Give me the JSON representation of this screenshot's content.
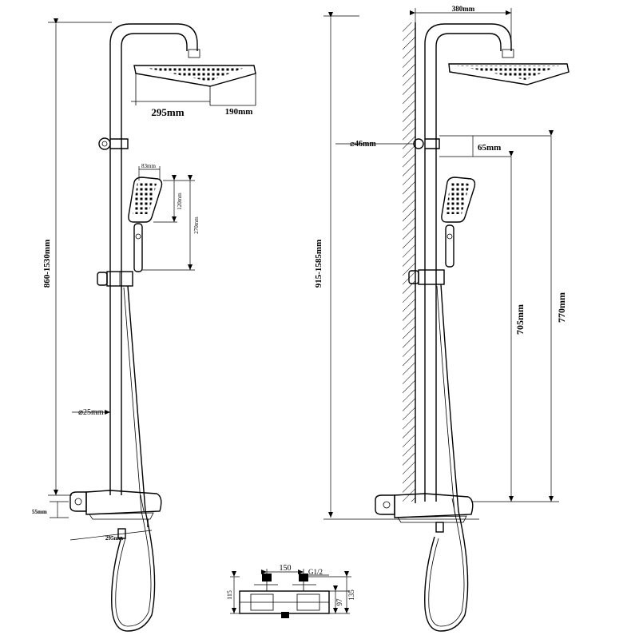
{
  "left_view": {
    "overall_height": "860-1530mm",
    "head_length": "295mm",
    "head_width": "190mm",
    "handshower_width": "83mm",
    "handshower_face_length": "120mm",
    "handshower_total_length": "270mm",
    "pipe_diameter": "25mm",
    "valve_height": "55mm",
    "valve_length": "295mm"
  },
  "right_view": {
    "overall_height": "915-1585mm",
    "arm_projection": "380mm",
    "bracket_diameter": "46mm",
    "bracket_offset": "65mm",
    "bracket_to_valve": "705mm",
    "bracket_to_floor": "770mm"
  },
  "bottom_view": {
    "center_distance": "150",
    "thread": "G1/2",
    "height_left": "115",
    "height_inner": "97",
    "height_outer": "135"
  }
}
